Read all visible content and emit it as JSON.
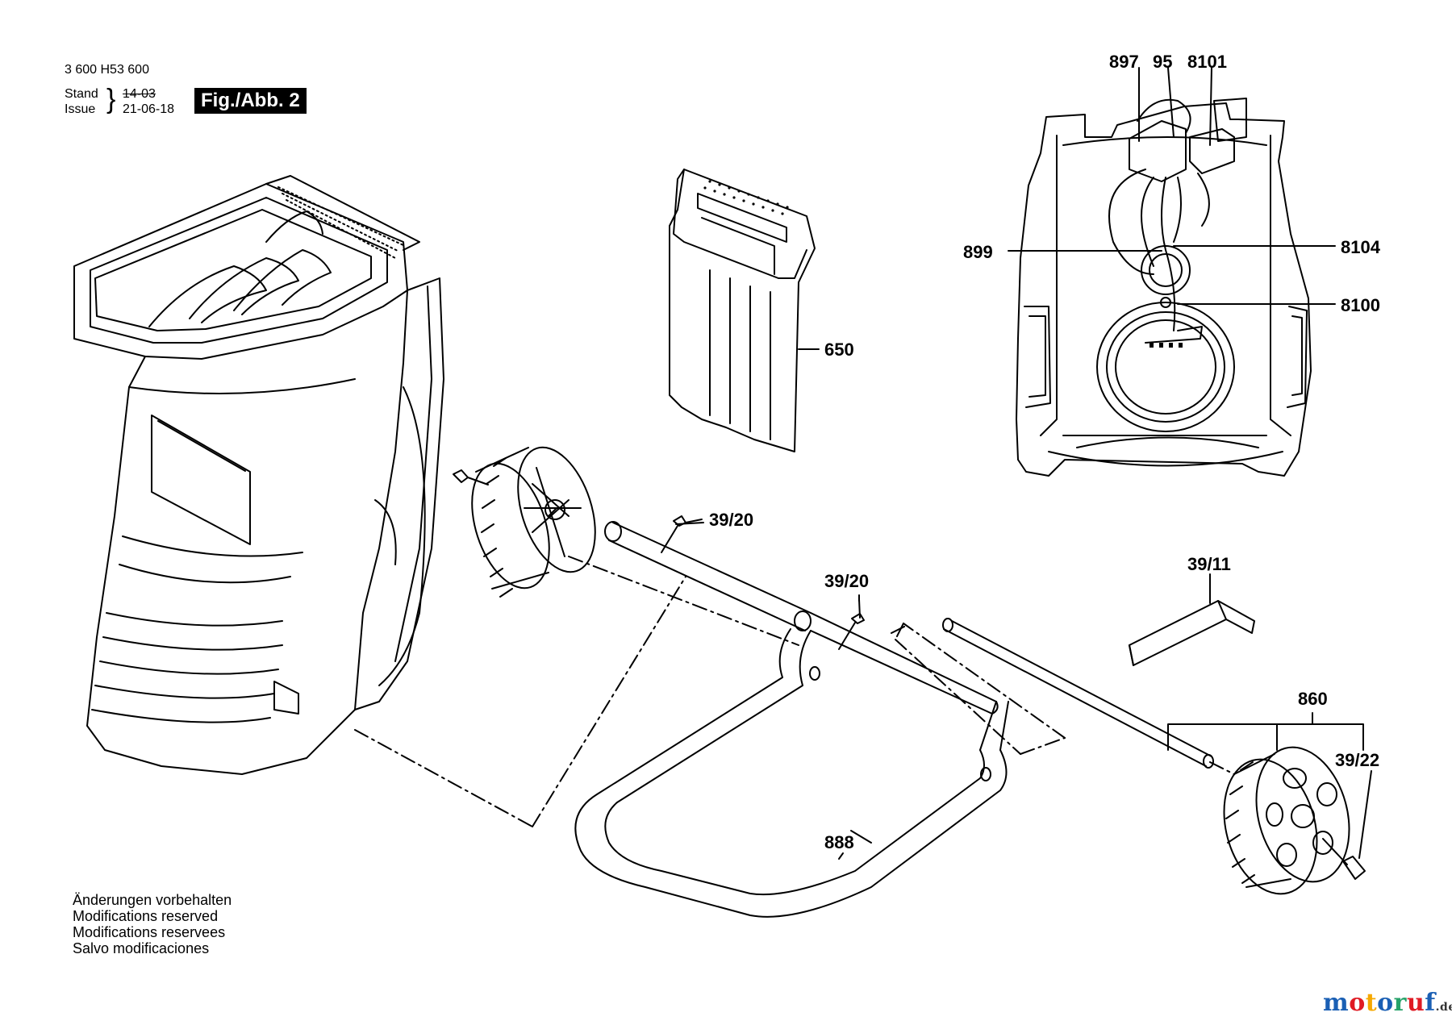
{
  "header": {
    "doc_number": "3 600 H53 600",
    "stand_label": "Stand",
    "issue_label": "Issue",
    "stand_date": "14-03",
    "issue_date": "21-06-18",
    "figure_label": "Fig./Abb. 2"
  },
  "parts": {
    "p897": "897",
    "p95": "95",
    "p8101": "8101",
    "p899": "899",
    "p8104": "8104",
    "p8100": "8100",
    "p650": "650",
    "p39_20a": "39/20",
    "p39_20b": "39/20",
    "p39_11": "39/11",
    "p860": "860",
    "p39_22": "39/22",
    "p888": "888"
  },
  "notes": [
    "Änderungen vorbehalten",
    "Modifications reserved",
    "Modifications reservees",
    "Salvo modificaciones"
  ],
  "watermark": {
    "text": "motoruf",
    "suffix": ".de",
    "colors": [
      "#1a5fb4",
      "#e01b24",
      "#f6a800",
      "#1a5fb4",
      "#26a269",
      "#e01b24",
      "#1a5fb4"
    ]
  }
}
